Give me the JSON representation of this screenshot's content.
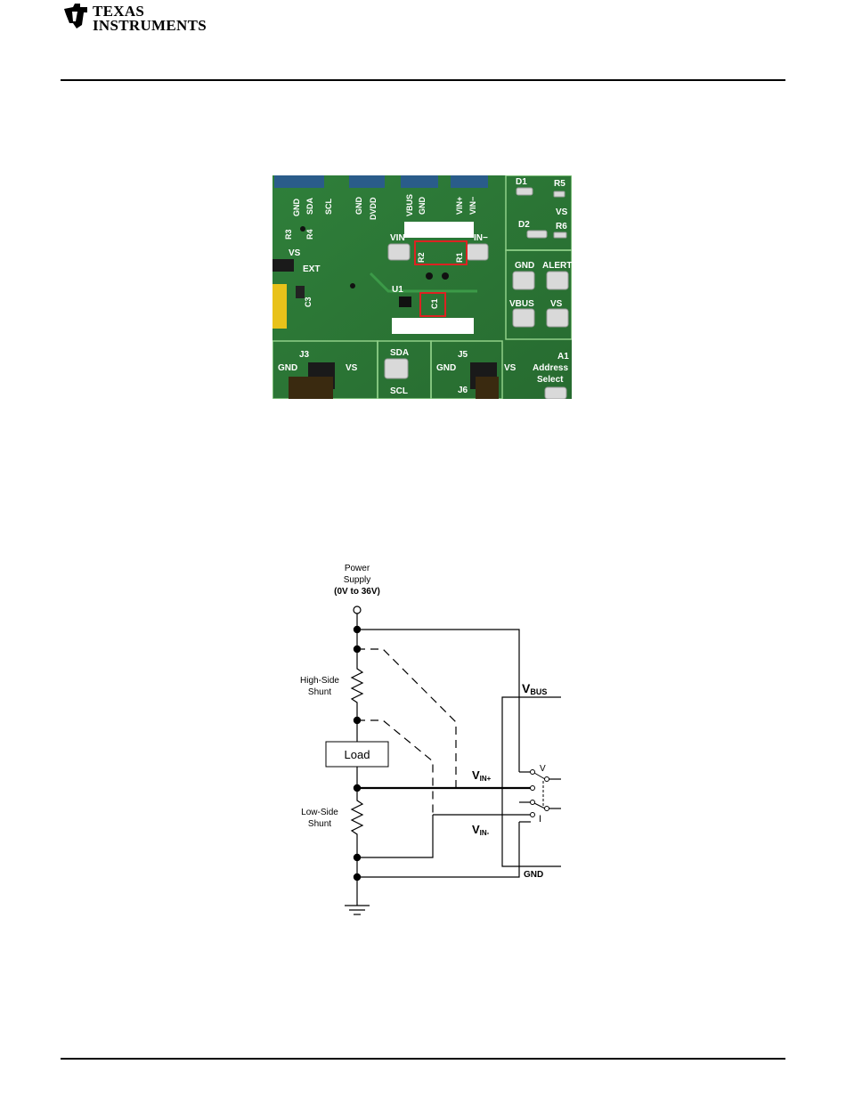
{
  "header": {
    "logo_line1": "TEXAS",
    "logo_line2": "INSTRUMENTS"
  },
  "photo": {
    "labels": {
      "gnd1": "GND",
      "sda": "SDA",
      "scl": "SCL",
      "gnd2": "GND",
      "dvdd": "DVDD",
      "vbus": "VBUS",
      "gnd3": "GND",
      "vinp": "VIN+",
      "vinm": "VIN−",
      "d1": "D1",
      "r5": "R5",
      "vs_top": "VS",
      "d2": "D2",
      "r6": "R6",
      "r3": "R3",
      "r4": "R4",
      "vs_ext": "VS",
      "ext": "EXT",
      "c3": "C3",
      "vin_pad": "VIN",
      "in_pad": "IN−",
      "r2": "R2",
      "r1": "R1",
      "c1": "C1",
      "u1": "U1",
      "gnd_pad": "GND",
      "alert": "ALERT",
      "vbus_pad": "VBUS",
      "vs_pad": "VS",
      "gnd_j3": "GND",
      "j3": "J3",
      "vs_j3": "VS",
      "sda_pad": "SDA",
      "scl_pad": "SCL",
      "j5": "J5",
      "gnd_j5": "GND",
      "vs_j5": "VS",
      "j6": "J6",
      "a1": "A1",
      "address": "Address",
      "select": "Select"
    }
  },
  "schematic": {
    "power_supply_line1": "Power",
    "power_supply_line2": "Supply",
    "power_supply_line3": "(0V to 36V)",
    "high_side_line1": "High-Side",
    "high_side_line2": "Shunt",
    "load": "Load",
    "low_side_line1": "Low-Side",
    "low_side_line2": "Shunt",
    "vbus_main": "V",
    "vbus_sub": "BUS",
    "vinp_main": "V",
    "vinp_sub": "IN+",
    "vinm_main": "V",
    "vinm_sub": "IN-",
    "switch_v": "V",
    "switch_i": "I",
    "gnd": "GND"
  }
}
